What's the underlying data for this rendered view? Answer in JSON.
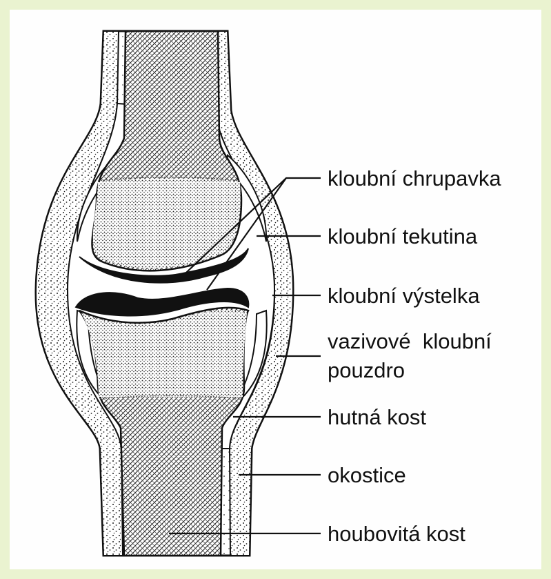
{
  "labels": {
    "cartilage": "kloubní chrupavka",
    "synovial_fluid": "kloubní tekutina",
    "synovial_membrane": "kloubní výstelka",
    "capsule_line1": "vazivové  kloubní",
    "capsule_line2": "pouzdro",
    "compact_bone": "hutná kost",
    "periosteum": "okostice",
    "spongy_bone": "houbovitá kost"
  },
  "colors": {
    "background": "#eaf3d0",
    "paper": "#fefefe",
    "ink": "#111111"
  }
}
